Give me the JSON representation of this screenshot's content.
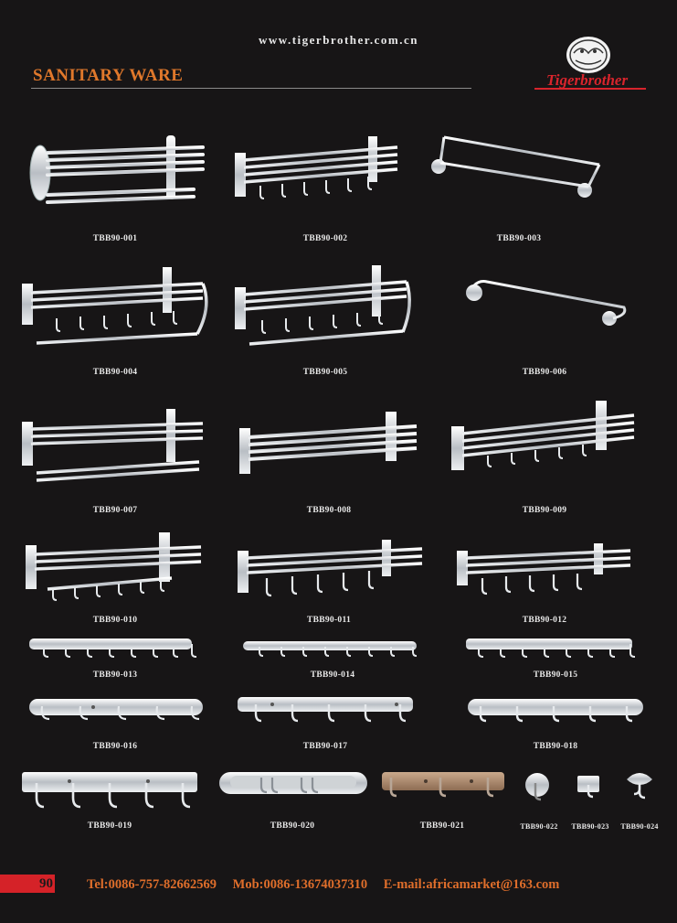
{
  "header": {
    "website": "www.tigerbrother.com.cn",
    "section_title": "SANITARY WARE",
    "brand": "Tigerbrother"
  },
  "products": [
    {
      "code": "TBB90-001"
    },
    {
      "code": "TBB90-002"
    },
    {
      "code": "TBB90-003"
    },
    {
      "code": "TBB90-004"
    },
    {
      "code": "TBB90-005"
    },
    {
      "code": "TBB90-006"
    },
    {
      "code": "TBB90-007"
    },
    {
      "code": "TBB90-008"
    },
    {
      "code": "TBB90-009"
    },
    {
      "code": "TBB90-010"
    },
    {
      "code": "TBB90-011"
    },
    {
      "code": "TBB90-012"
    },
    {
      "code": "TBB90-013"
    },
    {
      "code": "TBB90-014"
    },
    {
      "code": "TBB90-015"
    },
    {
      "code": "TBB90-016"
    },
    {
      "code": "TBB90-017"
    },
    {
      "code": "TBB90-018"
    },
    {
      "code": "TBB90-019"
    },
    {
      "code": "TBB90-020"
    },
    {
      "code": "TBB90-021"
    },
    {
      "code": "TBB90-022"
    },
    {
      "code": "TBB90-023"
    },
    {
      "code": "TBB90-024"
    }
  ],
  "footer": {
    "page_number": "90",
    "tel": "Tel:0086-757-82662569",
    "mob": "Mob:0086-13674037310",
    "email": "E-mail:africamarket@163.com"
  },
  "colors": {
    "background": "#171516",
    "title_orange": "#e0782b",
    "brand_red": "#d8242c",
    "page_box_red": "#d52228"
  }
}
